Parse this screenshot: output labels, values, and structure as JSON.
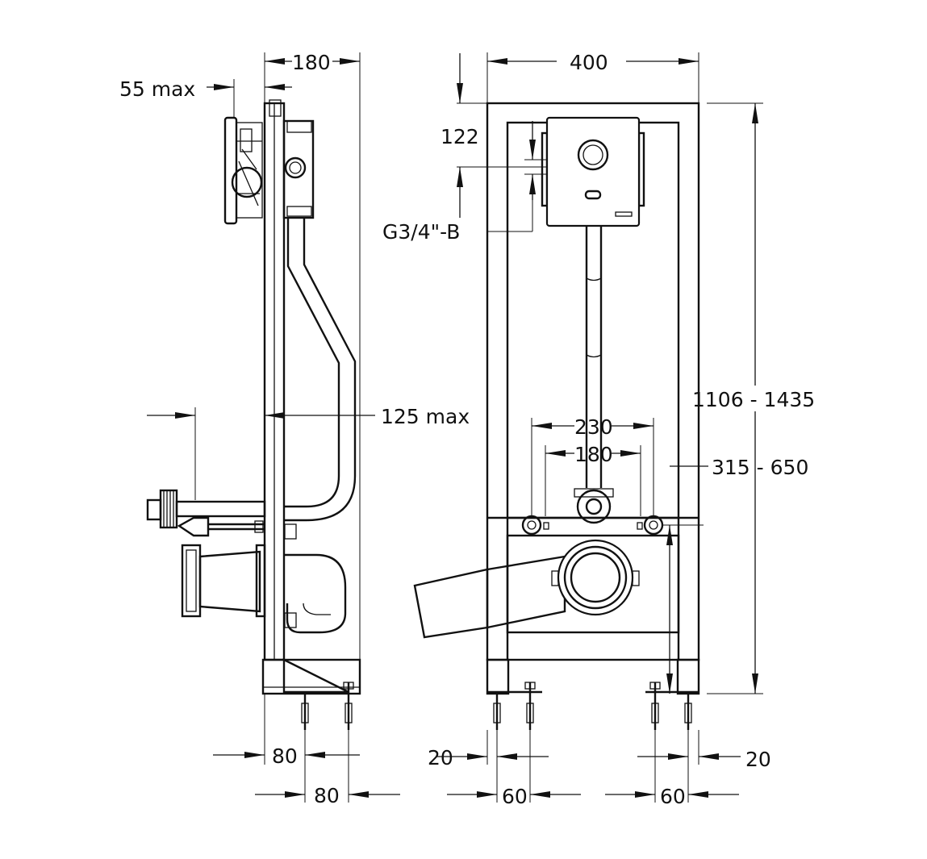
{
  "labels": {
    "side_depth": "180",
    "side_plate_max": "55  max",
    "side_outlet_max": "125  max",
    "side_foot_a": "80",
    "side_foot_b": "80",
    "front_width": "400",
    "front_top_to_inlet": "122",
    "front_inlet_thread": "G3/4\"-B",
    "front_height_range": "1106  - 1435",
    "front_bolt_spacing_outer": "230",
    "front_bolt_spacing_inner": "180",
    "front_bolt_height_range": "315  - 650",
    "front_foot_offset_left": "20",
    "front_foot_offset_right": "20",
    "front_foot_spacing_left": "60",
    "front_foot_spacing_right": "60"
  },
  "colors": {
    "line": "#111111",
    "background": "#ffffff"
  }
}
